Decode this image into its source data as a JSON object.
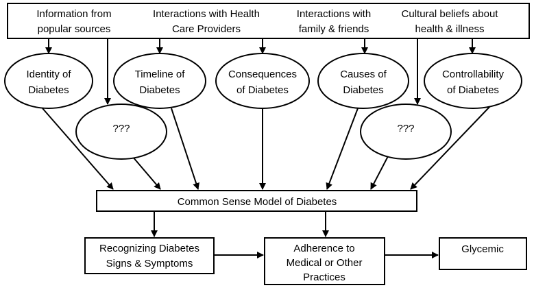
{
  "diagram": {
    "sources": [
      {
        "id": "src-popular",
        "lines": [
          "Information from",
          "popular sources"
        ]
      },
      {
        "id": "src-providers",
        "lines": [
          "Interactions with Health",
          "Care Providers"
        ]
      },
      {
        "id": "src-family",
        "lines": [
          "Interactions with",
          "family & friends"
        ]
      },
      {
        "id": "src-cultural",
        "lines": [
          "Cultural beliefs about",
          "health & illness"
        ]
      }
    ],
    "representations": [
      {
        "id": "identity",
        "lines": [
          "Identity of",
          "Diabetes"
        ]
      },
      {
        "id": "unknown-1",
        "lines": [
          "???"
        ]
      },
      {
        "id": "timeline",
        "lines": [
          "Timeline of",
          "Diabetes"
        ]
      },
      {
        "id": "consequences",
        "lines": [
          "Consequences",
          "of Diabetes"
        ]
      },
      {
        "id": "causes",
        "lines": [
          "Causes of",
          "Diabetes"
        ]
      },
      {
        "id": "unknown-2",
        "lines": [
          "???"
        ]
      },
      {
        "id": "controllability",
        "lines": [
          "Controllability",
          "of Diabetes"
        ]
      }
    ],
    "model": {
      "id": "common-sense-model",
      "lines": [
        "Common Sense Model of Diabetes"
      ]
    },
    "outcomes": [
      {
        "id": "recognizing",
        "lines": [
          "Recognizing Diabetes",
          "Signs & Symptoms"
        ]
      },
      {
        "id": "adherence",
        "lines": [
          "Adherence to",
          "Medical or Other",
          "Practices"
        ]
      },
      {
        "id": "glycemic",
        "lines": [
          "Glycemic"
        ]
      }
    ]
  }
}
